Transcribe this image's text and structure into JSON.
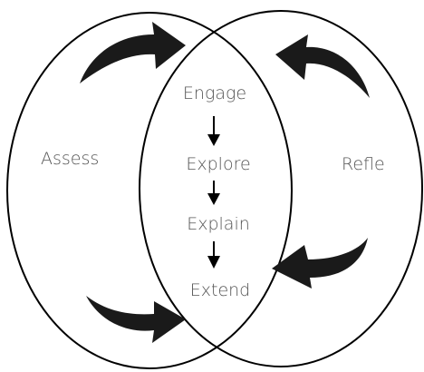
{
  "diagram": {
    "left_label": "Assess",
    "right_label": "Refle",
    "steps": [
      {
        "label": "Engage"
      },
      {
        "label": "Explore"
      },
      {
        "label": "Explain"
      },
      {
        "label": "Extend"
      }
    ],
    "colors": {
      "line": "#000000",
      "arrow_fill": "#1a1a1a",
      "text": "#555555",
      "background": "#ffffff"
    },
    "icons": [
      "curved-arrow-icon",
      "down-arrow-icon"
    ]
  }
}
